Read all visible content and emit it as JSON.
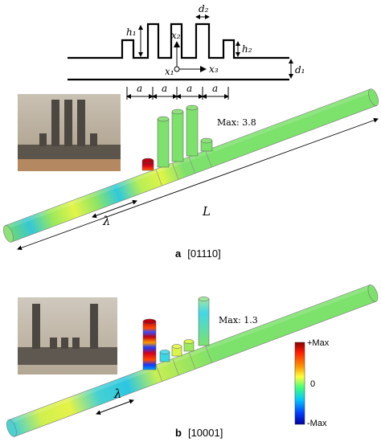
{
  "schematic": {
    "labels": {
      "h1": "h₁",
      "h2": "h₂",
      "d1": "d₁",
      "d2": "d₂",
      "x1": "x₁",
      "x2": "x₂",
      "x3": "x₃",
      "a": "a"
    }
  },
  "panels": {
    "a": {
      "letter": "a",
      "code": "[01110]",
      "max_text": "Max: 3.8",
      "lambda": "λ",
      "length": "L"
    },
    "b": {
      "letter": "b",
      "code": "[10001]",
      "max_text": "Max: 1.3",
      "lambda": "λ"
    }
  },
  "colorbar": {
    "top": "+Max",
    "mid": "0",
    "bottom": "-Max",
    "colors": [
      "#8b0000",
      "#ff2a00",
      "#ff9a00",
      "#ffff3a",
      "#43ff7a",
      "#00c8ff",
      "#0040ff",
      "#0000a0"
    ]
  },
  "colors": {
    "green": "#7ce26b",
    "yellow": "#d9f54a",
    "cyan": "#2fd0e0",
    "red": "#d6001a"
  }
}
